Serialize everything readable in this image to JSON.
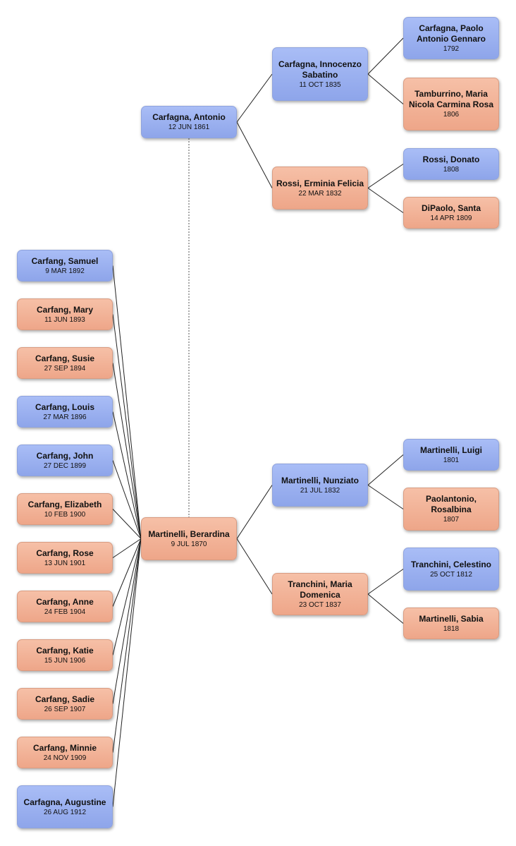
{
  "people": {
    "antonio": {
      "name": "Carfagna, Antonio",
      "date": "12 JUN 1861",
      "sex": "m"
    },
    "innocenzo": {
      "name": "Carfagna, Innocenzo Sabatino",
      "date": "11 OCT 1835",
      "sex": "m"
    },
    "paolo": {
      "name": "Carfagna, Paolo Antonio Gennaro",
      "date": "1792",
      "sex": "m"
    },
    "tamburrino": {
      "name": "Tamburrino, Maria Nicola Carmina Rosa",
      "date": "1806",
      "sex": "f"
    },
    "erminia": {
      "name": "Rossi, Erminia Felicia",
      "date": "22 MAR 1832",
      "sex": "f"
    },
    "donato": {
      "name": "Rossi, Donato",
      "date": "1808",
      "sex": "m"
    },
    "santa": {
      "name": "DiPaolo, Santa",
      "date": "14 APR 1809",
      "sex": "f"
    },
    "berardina": {
      "name": "Martinelli, Berardina",
      "date": "9 JUL 1870",
      "sex": "f"
    },
    "nunziato": {
      "name": "Martinelli, Nunziato",
      "date": "21 JUL 1832",
      "sex": "m"
    },
    "luigi": {
      "name": "Martinelli, Luigi",
      "date": "1801",
      "sex": "m"
    },
    "rosalbina": {
      "name": "Paolantonio, Rosalbina",
      "date": "1807",
      "sex": "f"
    },
    "domenica": {
      "name": "Tranchini, Maria Domenica",
      "date": "23 OCT 1837",
      "sex": "f"
    },
    "celestino": {
      "name": "Tranchini, Celestino",
      "date": "25 OCT 1812",
      "sex": "m"
    },
    "sabia": {
      "name": "Martinelli, Sabia",
      "date": "1818",
      "sex": "f"
    }
  },
  "children": [
    {
      "name": "Carfang, Samuel",
      "date": "9 MAR 1892",
      "sex": "m"
    },
    {
      "name": "Carfang, Mary",
      "date": "11 JUN 1893",
      "sex": "f"
    },
    {
      "name": "Carfang, Susie",
      "date": "27 SEP 1894",
      "sex": "f"
    },
    {
      "name": "Carfang, Louis",
      "date": "27 MAR 1896",
      "sex": "m"
    },
    {
      "name": "Carfang, John",
      "date": "27 DEC 1899",
      "sex": "m"
    },
    {
      "name": "Carfang, Elizabeth",
      "date": "10 FEB 1900",
      "sex": "f"
    },
    {
      "name": "Carfang, Rose",
      "date": "13 JUN 1901",
      "sex": "f"
    },
    {
      "name": "Carfang, Anne",
      "date": "24 FEB 1904",
      "sex": "f"
    },
    {
      "name": "Carfang, Katie",
      "date": "15 JUN 1906",
      "sex": "f"
    },
    {
      "name": "Carfang, Sadie",
      "date": "26 SEP 1907",
      "sex": "f"
    },
    {
      "name": "Carfang, Minnie",
      "date": "24 NOV 1909",
      "sex": "f"
    },
    {
      "name": "Carfagna, Augustine",
      "date": "26 AUG 1912",
      "sex": "m"
    }
  ],
  "colors": {
    "male": "#9bb0ef",
    "female": "#f2b295",
    "line": "#222222"
  }
}
